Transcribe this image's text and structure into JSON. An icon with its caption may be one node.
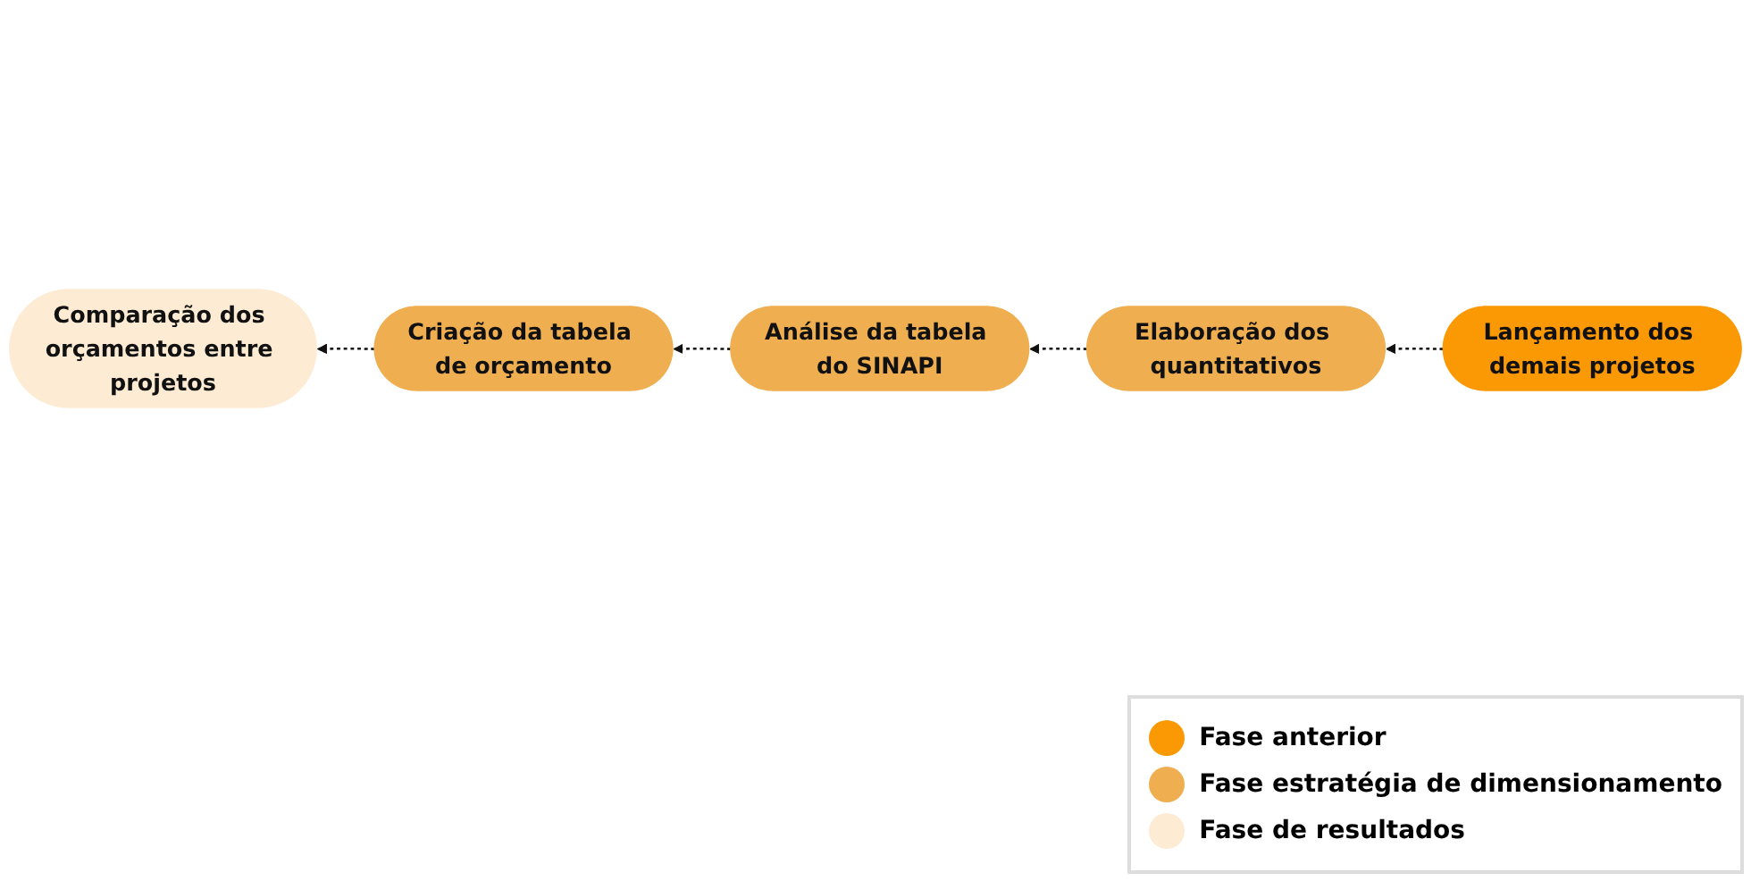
{
  "diagram": {
    "nodes": [
      {
        "text": [
          "Lançamento dos demais projetos"
        ]
      },
      {
        "text": [
          "Elaboração dos quantitativos"
        ]
      },
      {
        "text": [
          "Análise da tabela do SINAPI"
        ]
      },
      {
        "text": [
          "Criação da tabela de orçamento"
        ]
      },
      {
        "text": [
          "Comparação dos orçamentos entre projetos"
        ]
      }
    ],
    "edges": [
      {
        "from": 0,
        "to": 1,
        "arrow": "to",
        "style": "dashed"
      },
      {
        "from": 1,
        "to": 2,
        "arrow": "to",
        "style": "dashed"
      },
      {
        "from": 2,
        "to": 3,
        "arrow": "to",
        "style": "dashed"
      },
      {
        "from": 3,
        "to": 4,
        "arrow": "to",
        "style": "dashed"
      }
    ],
    "legend": [
      {
        "text": "Fase anterior",
        "color": "#fb9904"
      },
      {
        "text": "Fase estratégia de dimensionamento",
        "color": "#efae4f"
      },
      {
        "text": "Fase de resultados",
        "color": "#fdebd3"
      }
    ]
  }
}
